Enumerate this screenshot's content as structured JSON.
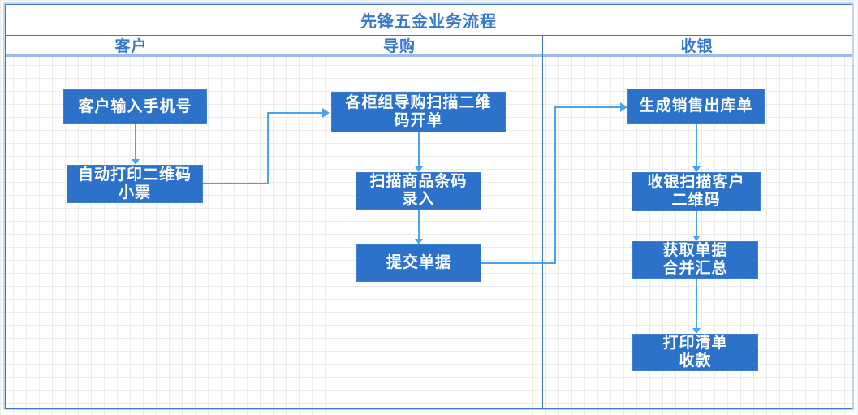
{
  "diagram": {
    "title": "先锋五金业务流程",
    "lanes": [
      {
        "label": "客户"
      },
      {
        "label": "导购"
      },
      {
        "label": "收银"
      }
    ],
    "nodes": {
      "customer_enter_phone": {
        "lane": "客户",
        "text": "客户输入手机号"
      },
      "auto_print_qr_receipt": {
        "lane": "客户",
        "text": "自动打印二维码\n小票"
      },
      "guide_scan_qr_create_order": {
        "lane": "导购",
        "text": "各柜组导购扫描二维\n码开单"
      },
      "scan_barcode_entry": {
        "lane": "导购",
        "text": "扫描商品条码\n录入"
      },
      "submit_documents": {
        "lane": "导购",
        "text": "提交单据"
      },
      "generate_sales_outbound": {
        "lane": "收银",
        "text": "生成销售出库单"
      },
      "cashier_scan_customer_qr": {
        "lane": "收银",
        "text": "收银扫描客户\n二维码"
      },
      "merge_documents_summary": {
        "lane": "收银",
        "text": "获取单据\n合并汇总"
      },
      "print_list_collect_payment": {
        "lane": "收银",
        "text": "打印清单\n收款"
      }
    },
    "edges": [
      {
        "from": "customer_enter_phone",
        "to": "auto_print_qr_receipt"
      },
      {
        "from": "auto_print_qr_receipt",
        "to": "guide_scan_qr_create_order"
      },
      {
        "from": "guide_scan_qr_create_order",
        "to": "scan_barcode_entry"
      },
      {
        "from": "scan_barcode_entry",
        "to": "submit_documents"
      },
      {
        "from": "submit_documents",
        "to": "generate_sales_outbound"
      },
      {
        "from": "generate_sales_outbound",
        "to": "cashier_scan_customer_qr"
      },
      {
        "from": "cashier_scan_customer_qr",
        "to": "merge_documents_summary"
      },
      {
        "from": "merge_documents_summary",
        "to": "print_list_collect_payment"
      }
    ]
  },
  "colors": {
    "node_fill": "#2c72cb",
    "node_border": "#3b80d6",
    "node_text": "#ffffff",
    "connector": "#4ba3eb",
    "frame_border": "#4377c9",
    "frame_halo": "#c4d7f1",
    "header_underline": "#9cbbe6",
    "title_text": "#3478cf",
    "grid_line": "#ececec",
    "bg": "#ffffff"
  }
}
